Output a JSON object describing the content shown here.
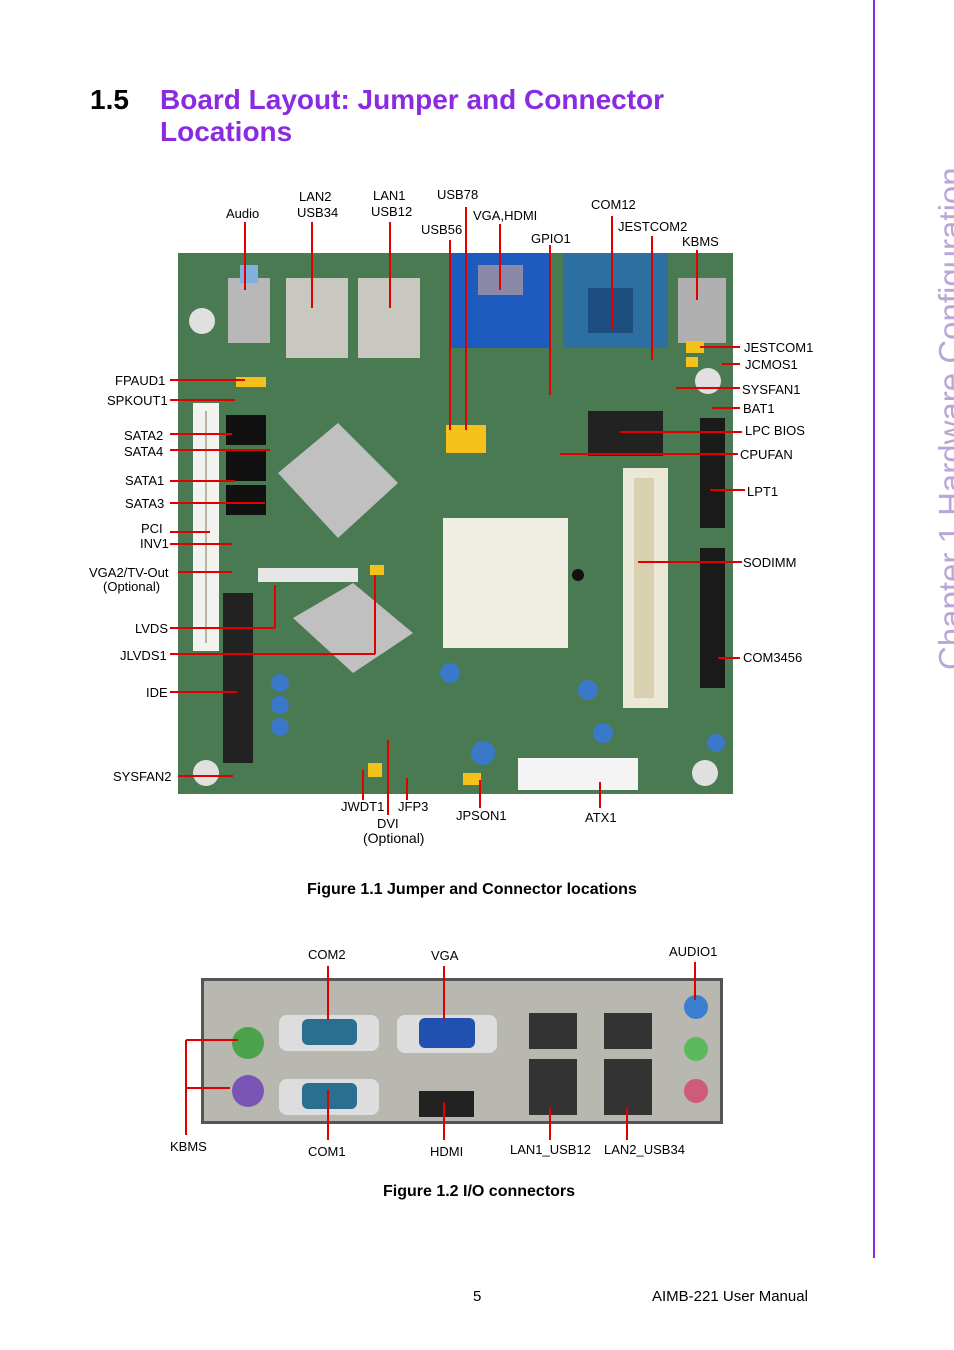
{
  "header": {
    "section_number": "1.5",
    "section_title_line1": "Board Layout: Jumper and Connector",
    "section_title_line2": "Locations"
  },
  "side_tab": {
    "text": "Chapter 1    Hardware Configuration"
  },
  "figure1": {
    "caption": "Figure 1.1 Jumper and Connector locations",
    "top_labels": {
      "audio": "Audio",
      "lan2": "LAN2",
      "usb34": "USB34",
      "lan1": "LAN1",
      "usb12": "USB12",
      "usb78": "USB78",
      "usb56": "USB56",
      "vga_hdmi": "VGA,HDMI",
      "gpio1": "GPIO1",
      "com12": "COM12",
      "jestcom2": "JESTCOM2",
      "kbms": "KBMS"
    },
    "left_labels": {
      "fpaud1": "FPAUD1",
      "spkout1": "SPKOUT1",
      "sata2": "SATA2",
      "sata4": "SATA4",
      "sata1": "SATA1",
      "sata3": "SATA3",
      "pci": "PCI",
      "inv1": "INV1",
      "vga2": "VGA2/TV-Out",
      "optional": "(Optional)",
      "lvds": "LVDS",
      "jlvds1": "JLVDS1",
      "ide": "IDE",
      "sysfan2": "SYSFAN2"
    },
    "right_labels": {
      "jestcom1": "JESTCOM1",
      "jcmos1": "JCMOS1",
      "sysfan1": "SYSFAN1",
      "bat1": "BAT1",
      "lpcbios": "LPC BIOS",
      "cpufan": "CPUFAN",
      "lpt1": "LPT1",
      "sodimm": "SODIMM",
      "com3456": "COM3456"
    },
    "bottom_labels": {
      "jwdt1": "JWDT1",
      "jfp3": "JFP3",
      "dvi": "DVI",
      "dvi_optional": "(Optional)",
      "jpson1": "JPSON1",
      "atx1": "ATX1"
    }
  },
  "figure2": {
    "caption": "Figure 1.2 I/O connectors",
    "labels": {
      "com2": "COM2",
      "vga": "VGA",
      "audio1": "AUDIO1",
      "kbms": "KBMS",
      "com1": "COM1",
      "hdmi": "HDMI",
      "lan1usb12": "LAN1_USB12",
      "lan2usb34": "LAN2_USB34"
    }
  },
  "footer": {
    "page_number": "5",
    "manual_name": "AIMB-221 User Manual"
  },
  "colors": {
    "accent": "#8a2be2",
    "leader": "#e00000",
    "pcb": "#3d6b46"
  }
}
